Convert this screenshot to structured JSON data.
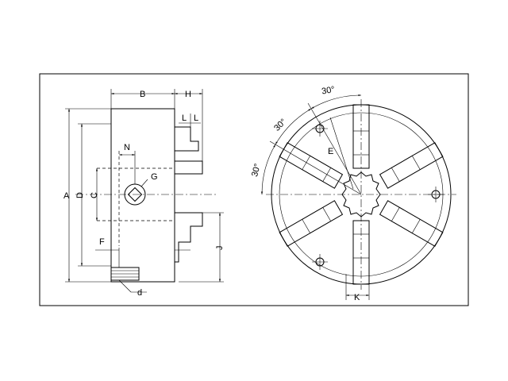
{
  "labels": {
    "A": "A",
    "B": "B",
    "C": "C",
    "D": "D",
    "E": "E",
    "F": "F",
    "G": "G",
    "H": "H",
    "J": "J",
    "K": "K",
    "L1": "L",
    "L2": "L",
    "N": "N",
    "d": "d"
  },
  "angles": {
    "a1": "30°",
    "a2": "30°",
    "a3": "30°"
  }
}
